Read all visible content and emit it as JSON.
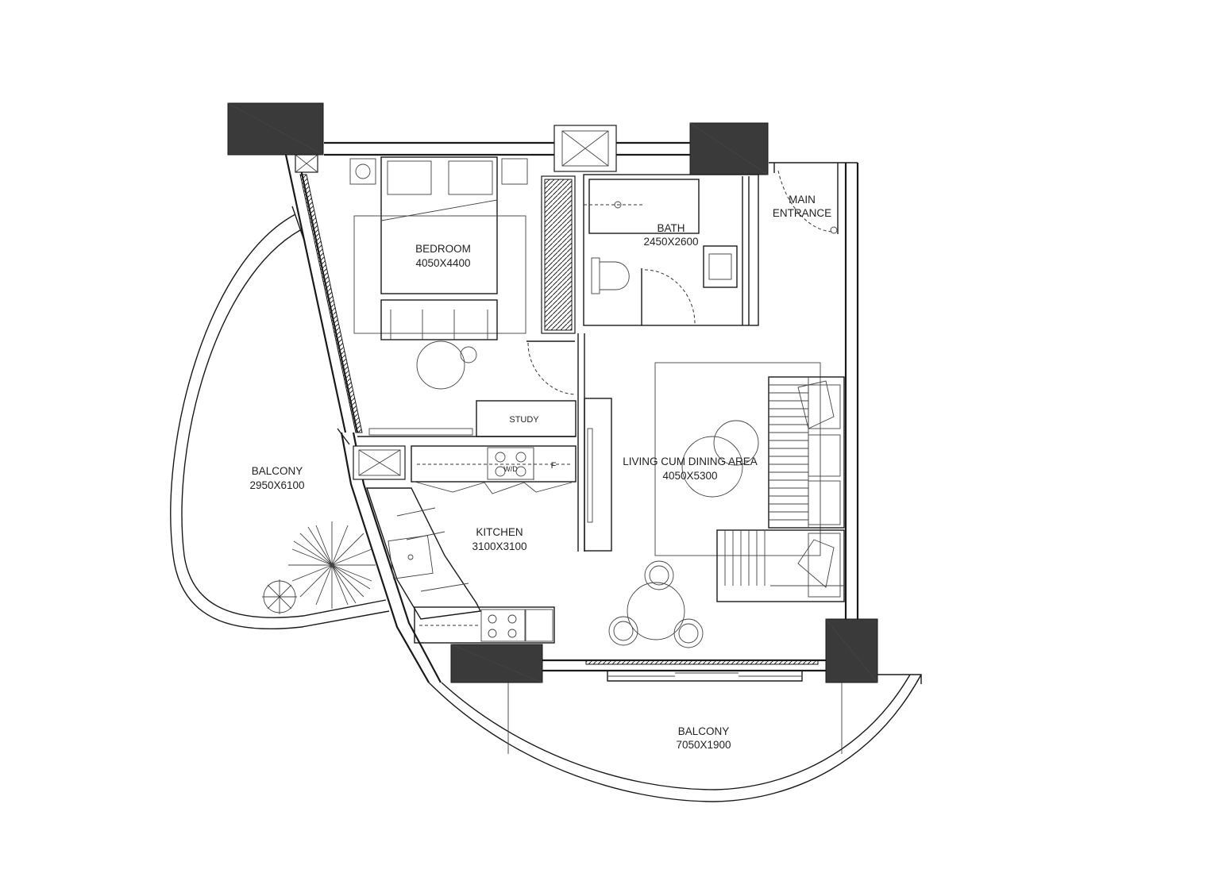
{
  "floor_plan": {
    "rooms": [
      {
        "id": "bedroom",
        "name": "BEDROOM",
        "size": "4050X4400"
      },
      {
        "id": "bath",
        "name": "BATH",
        "size": "2450X2600"
      },
      {
        "id": "main-entrance",
        "name": "MAIN",
        "size": "ENTRANCE"
      },
      {
        "id": "living",
        "name": "LIVING CUM DINING AREA",
        "size": "4050X5300"
      },
      {
        "id": "kitchen",
        "name": "KITCHEN",
        "size": "3100X3100"
      },
      {
        "id": "balcony-side",
        "name": "BALCONY",
        "size": "2950X6100"
      },
      {
        "id": "balcony-front",
        "name": "BALCONY",
        "size": "7050X1900"
      }
    ],
    "fixtures": {
      "study": "STUDY",
      "fridge": "F",
      "wm": "W/D"
    }
  }
}
